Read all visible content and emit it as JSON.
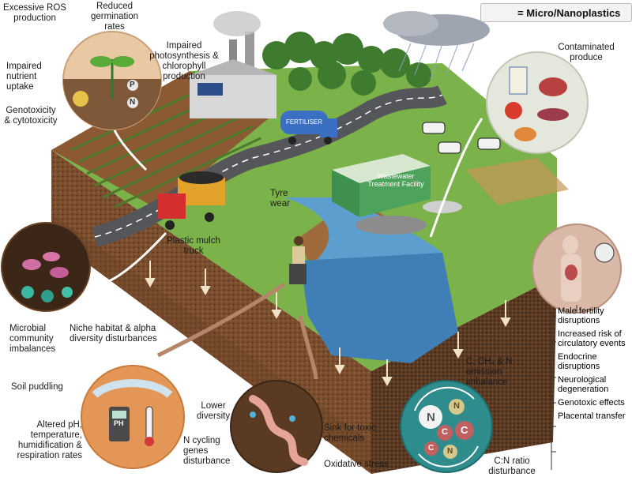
{
  "legend": {
    "label": "= Micro/Nanoplastics"
  },
  "plant_panel": {
    "ros": "Excessive ROS production",
    "germination": "Reduced germination rates",
    "photosynthesis": "Impaired photosynthesis & chlorophyll production",
    "nutrient": "Impaired nutrient uptake",
    "geno": "Genotoxicity & cytotoxicity",
    "p_symbol": "P",
    "n_symbol": "N"
  },
  "scene": {
    "fertiliser_sign": "FERTILISER",
    "wwtp_sign": "Wastewater Treatment Facility",
    "tyre_wear": "Tyre wear",
    "mulch_truck": "Plastic mulch truck",
    "contaminated": "Contaminated produce"
  },
  "soil_microbe": {
    "microbial": "Microbial community imbalances",
    "niche": "Niche habitat & alpha diversity disturbances"
  },
  "soil_physical": {
    "puddling": "Soil puddling",
    "altered": "Altered pH, temperature, humidification & respiration rates",
    "ph_label": "PH"
  },
  "worm_panel": {
    "lower": "Lower diversity",
    "ncycling": "N cycling genes disturbance",
    "sink": "Sink for toxic chemicals",
    "oxidative": "Oxidative stress"
  },
  "carbon_panel": {
    "emission": "C, CH₄ & N emission imbalance",
    "cn": "C:N ratio disturbance",
    "letters": [
      "N",
      "N",
      "C",
      "C",
      "C",
      "N"
    ]
  },
  "health": {
    "items": [
      "Male fertility disruptions",
      "Increased risk of circulatory events",
      "Endocrine disruptions",
      "Neurological degeneration",
      "Genotoxic effects",
      "Placental transfer"
    ]
  },
  "colors": {
    "grass": "#7bb24a",
    "soil": "#8a5a36",
    "river": "#5c9fcf",
    "circle_orange": "#e39655",
    "circle_teal": "#2e8c8c",
    "circle_peach": "#d9b8a8"
  }
}
